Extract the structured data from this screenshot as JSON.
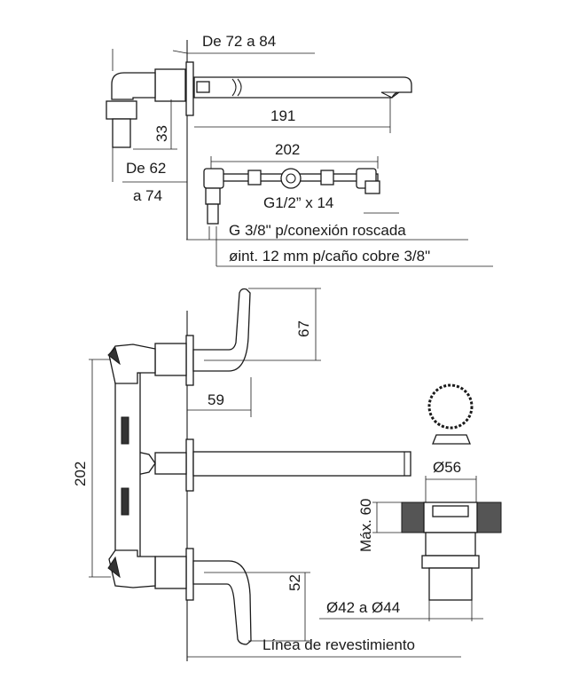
{
  "top_view": {
    "dim_range_depth": "De 72 a 84",
    "dim_spout": "191",
    "dim_height": "33",
    "dim_offset_a": "De 62",
    "dim_offset_b": "a 74"
  },
  "rough_in": {
    "dim_width": "202",
    "thread_label": "G1/2” x 14",
    "connection_label": "G 3/8\" p/conexión roscada",
    "pipe_label": "øint. 12 mm p/caño cobre 3/8\""
  },
  "front_view": {
    "dim_handle_top": "67",
    "dim_handle_reach": "59",
    "dim_total_height": "202",
    "dim_handle_bottom": "52",
    "wall_line_label": "Línea de revestimiento"
  },
  "drain": {
    "dim_top": "Ø56",
    "dim_max": "Máx. 60",
    "dim_bottom": "Ø42 a Ø44"
  }
}
